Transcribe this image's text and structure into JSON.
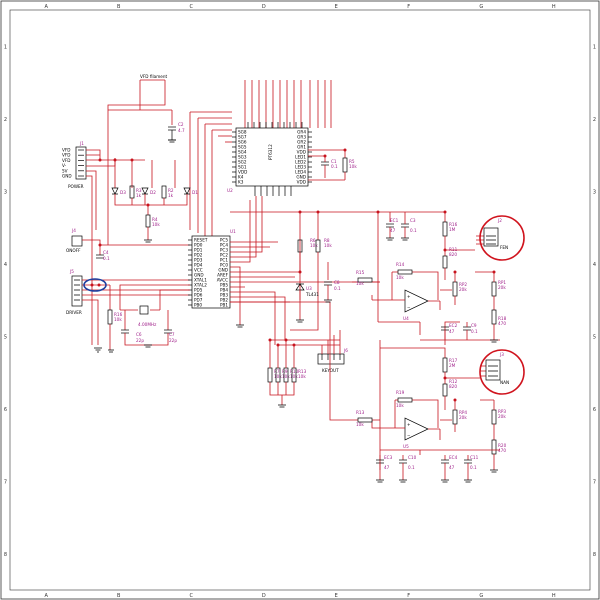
{
  "frame": {
    "columns": [
      "A",
      "B",
      "C",
      "D",
      "E",
      "F",
      "G",
      "H"
    ],
    "rows": [
      "1",
      "2",
      "3",
      "4",
      "5",
      "6",
      "7",
      "8"
    ]
  },
  "labels": {
    "vfd_top": "VFD filament",
    "pt_chip": "PT6312",
    "u2": "U2",
    "u3": "U3",
    "u4": "U4",
    "u5": "U5",
    "u1": "U1",
    "power": "POWER",
    "onoff": "ONOFF",
    "driver": "DRIVER",
    "keyout": "KEYOUT",
    "fen": "FEN",
    "nan": "NAN",
    "crystal": "4.00MHz",
    "tl431": "TL431",
    "j1": "J1",
    "j2": "J2",
    "j3": "J3",
    "j4": "J4",
    "j5": "J5",
    "j6": "J6"
  },
  "power_pins": [
    "VFD",
    "VFD",
    "VFD",
    "V-",
    "5V",
    "GND"
  ],
  "pt_pins_left": [
    "SG8",
    "SG7",
    "SG6",
    "SG5",
    "SG4",
    "SG3",
    "SG2",
    "SG1",
    "VDD",
    "K4",
    "K3"
  ],
  "pt_pins_right": [
    "GR4",
    "GR3",
    "GR2",
    "GR1",
    "VDD",
    "LED1",
    "LED2",
    "LED3",
    "LED4",
    "GND",
    "VDD"
  ],
  "mcu_left": [
    "RESET",
    "PD0",
    "PD1",
    "PD2",
    "PD3",
    "PD4",
    "VCC",
    "GND",
    "XTAL1",
    "XTAL2",
    "PD5",
    "PD6",
    "PD7",
    "PB0"
  ],
  "mcu_right": [
    "PC5",
    "PC4",
    "PC3",
    "PC2",
    "PC1",
    "PC0",
    "GND",
    "AREF",
    "AVCC",
    "PB5",
    "PB4",
    "PB3",
    "PB2",
    "PB1"
  ],
  "components": [
    {
      "ref": "C1",
      "value": "0.1"
    },
    {
      "ref": "C2",
      "value": "4.7"
    },
    {
      "ref": "C3",
      "value": "0.1"
    },
    {
      "ref": "C4",
      "value": "0.1"
    },
    {
      "ref": "C6",
      "value": "22p"
    },
    {
      "ref": "C7",
      "value": "22p"
    },
    {
      "ref": "C8",
      "value": "0.1"
    },
    {
      "ref": "C9",
      "value": "0.1"
    },
    {
      "ref": "C10",
      "value": "0.1"
    },
    {
      "ref": "EC1",
      "value": "47"
    },
    {
      "ref": "EC2",
      "value": "47"
    },
    {
      "ref": "EC3",
      "value": "47"
    },
    {
      "ref": "EC4",
      "value": "47"
    },
    {
      "ref": "R1",
      "value": "1M"
    },
    {
      "ref": "R2",
      "value": "10k"
    },
    {
      "ref": "R3",
      "value": "1k"
    },
    {
      "ref": "R4",
      "value": "10k"
    },
    {
      "ref": "R5",
      "value": "10k"
    },
    {
      "ref": "R6",
      "value": "10k"
    },
    {
      "ref": "R7",
      "value": "10k"
    },
    {
      "ref": "R8",
      "value": "10k"
    },
    {
      "ref": "R9",
      "value": "10k"
    },
    {
      "ref": "R10",
      "value": "10k"
    },
    {
      "ref": "R11",
      "value": "820"
    },
    {
      "ref": "R12",
      "value": "820"
    },
    {
      "ref": "R13",
      "value": "10k"
    },
    {
      "ref": "R14",
      "value": "10k"
    },
    {
      "ref": "R15",
      "value": "1k"
    },
    {
      "ref": "R16",
      "value": "1M"
    },
    {
      "ref": "R17",
      "value": "2M"
    },
    {
      "ref": "R18",
      "value": "470"
    },
    {
      "ref": "R19",
      "value": "10k"
    },
    {
      "ref": "R20",
      "value": "470"
    },
    {
      "ref": "RP1",
      "value": "20k"
    },
    {
      "ref": "RP2",
      "value": "20k"
    },
    {
      "ref": "RP3",
      "value": "20k"
    },
    {
      "ref": "RP4",
      "value": "20k"
    },
    {
      "ref": "D1",
      "value": ""
    },
    {
      "ref": "D2",
      "value": ""
    },
    {
      "ref": "D3",
      "value": ""
    }
  ],
  "colors": {
    "wire": "#c8141e",
    "part": "#000000",
    "value": "#a0208a",
    "highlight_red": "#d0141e",
    "highlight_blue": "#1f3fa0"
  }
}
